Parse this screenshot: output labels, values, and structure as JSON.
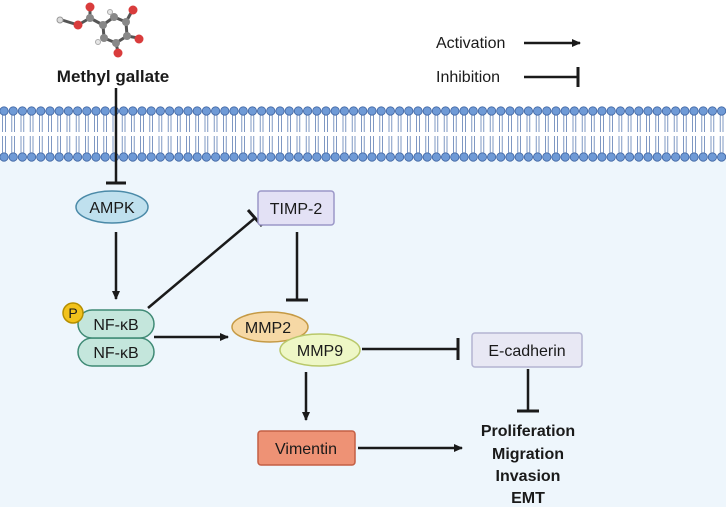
{
  "compound": {
    "label": "Methyl gallate"
  },
  "legend": {
    "activation": "Activation",
    "inhibition": "Inhibition"
  },
  "nodes": {
    "ampk": "AMPK",
    "timp2": "TIMP-2",
    "phospho": "P",
    "nfkb_top": "NF-κB",
    "nfkb_bottom": "NF-κB",
    "mmp2": "MMP2",
    "mmp9": "MMP9",
    "ecadherin": "E-cadherin",
    "vimentin": "Vimentin"
  },
  "outcomes": [
    "Proliferation",
    "Migration",
    "Invasion",
    "EMT"
  ],
  "colors": {
    "cytoplasm": "#eef6fc",
    "lipid_head": "#6f9ad6",
    "ampk_fill": "#bfe0ee",
    "timp_fill": "#e3e1f5",
    "nfkb_fill": "#c4e6dc",
    "phospho_fill": "#f2c21b",
    "mmp2_fill": "#f6d8a5",
    "mmp9_fill": "#eef7c6",
    "ecad_fill": "#e8e8f4",
    "vimentin_fill": "#ee9275"
  }
}
